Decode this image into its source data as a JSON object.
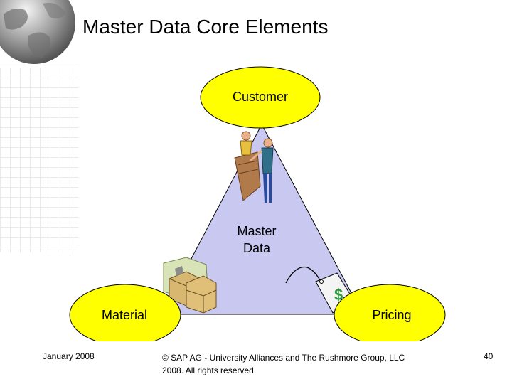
{
  "slide": {
    "title": "Master Data Core Elements"
  },
  "diagram": {
    "center_label_line1": "Master",
    "center_label_line2": "Data",
    "nodes": {
      "customer": "Customer",
      "material": "Material",
      "pricing": "Pricing"
    },
    "colors": {
      "node_fill": "#ffff00",
      "triangle_fill": "#c8c8f0",
      "outline": "#000000"
    }
  },
  "footer": {
    "date": "January 2008",
    "copyright_line1": "© SAP AG - University Alliances and The Rushmore Group, LLC",
    "copyright_line2": "2008. All rights reserved.",
    "page_number": "40"
  }
}
